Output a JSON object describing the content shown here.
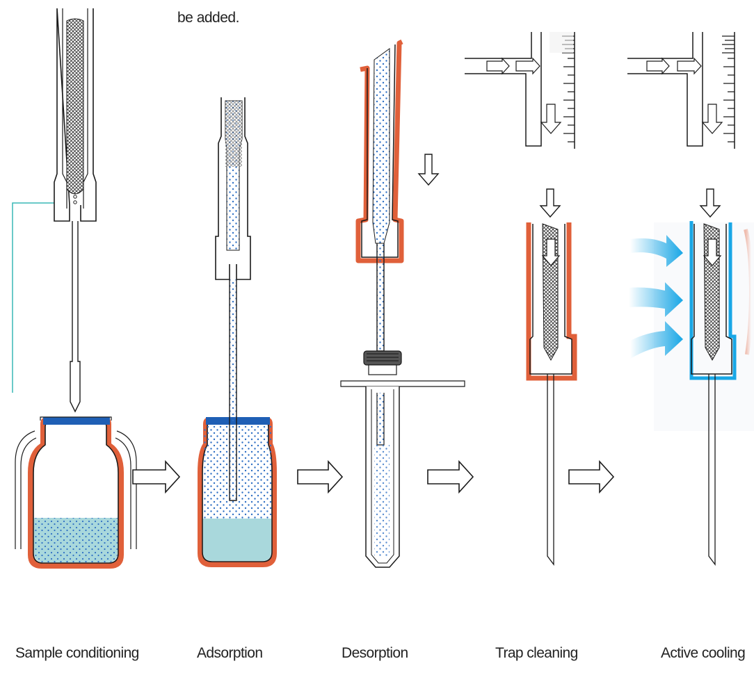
{
  "top_text": "be added.",
  "steps": [
    {
      "label": "Sample conditioning"
    },
    {
      "label": "Adsorption"
    },
    {
      "label": "Desorption"
    },
    {
      "label": "Trap cleaning"
    },
    {
      "label": "Active cooling"
    }
  ],
  "colors": {
    "outline": "#1a1a1a",
    "heater": "#e0603a",
    "liquid": "#a9d8dc",
    "dots": "#2e6fc4",
    "cap_seal": "#1f5fb5",
    "cooling_air": "#19a7e6",
    "leader_line": "#38b7b5"
  },
  "icons": [
    "flow-arrow-icon",
    "down-arrow-icon",
    "cooling-arrow-icon"
  ]
}
